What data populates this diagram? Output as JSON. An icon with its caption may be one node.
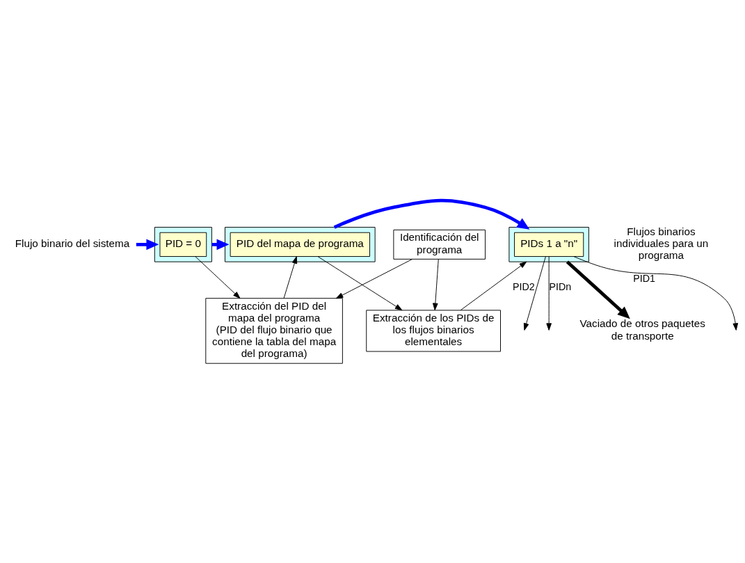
{
  "diagram": {
    "nodes": [
      {
        "text": [
          "Flujo binario del sistema"
        ]
      },
      {
        "text": [],
        "shape": "trapezoid"
      },
      {
        "text": [
          "PID = 0"
        ],
        "in": 1
      },
      {
        "text": [],
        "shape": "trapezoid"
      },
      {
        "text": [
          "PID del mapa de programa"
        ],
        "in": 3
      },
      {
        "text": [],
        "shape": "trapezoid"
      },
      {
        "text": [
          "PIDs 1 a \"n\""
        ],
        "in": 5
      },
      {
        "text": [
          "Vaciado de otros paquetes de transporte"
        ]
      },
      {
        "text": [
          "Extracción de los PIDs de los flujos binarios elementales"
        ]
      },
      {
        "text": [
          "Extracción del PID del mapa del programa",
          "(PID del flujo binario que contiene la tabla del mapa del programa)"
        ]
      },
      {
        "text": [
          "Identificación del programa"
        ]
      }
    ],
    "edges": [
      {
        "from": 0,
        "to": 1,
        "arrow": "to",
        "style": "thick",
        "color": "#0000ff"
      },
      {
        "from": 1,
        "to": 3,
        "arrow": "to",
        "style": "thick",
        "color": "#0000ff"
      },
      {
        "from": 3,
        "to": 5,
        "arrow": "to",
        "style": "thick",
        "color": "#0000ff"
      },
      {
        "from": 6,
        "to": null,
        "arrow": "to",
        "label": "PID1"
      },
      {
        "from": 6,
        "to": null,
        "arrow": "to",
        "label": "PID2"
      },
      {
        "from": 6,
        "to": null,
        "arrow": "to",
        "label": "PIDn"
      },
      {
        "from": 5,
        "to": 7,
        "arrow": "to",
        "style": "thick"
      },
      {
        "from": 2,
        "to": 9,
        "arrow": "to"
      },
      {
        "from": 9,
        "to": 4,
        "arrow": "to"
      },
      {
        "from": 4,
        "to": 8,
        "arrow": "to"
      },
      {
        "from": 8,
        "to": 5,
        "arrow": "to"
      },
      {
        "from": 10,
        "to": 9,
        "arrow": "to"
      },
      {
        "from": 10,
        "to": 8,
        "arrow": "to"
      }
    ],
    "labels": [
      "Flujos binarios individuales para un programa"
    ]
  }
}
